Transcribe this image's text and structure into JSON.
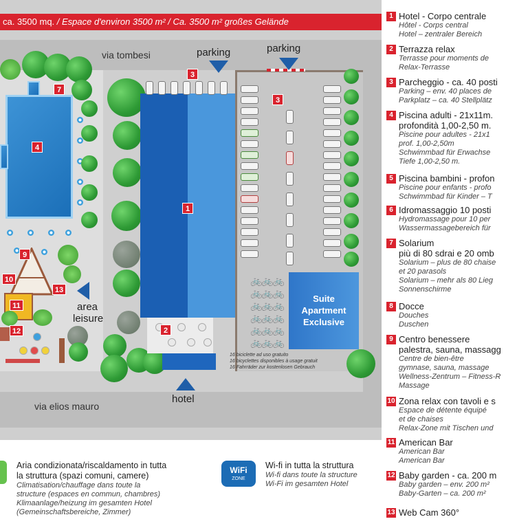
{
  "map": {
    "area_banner": {
      "part1": "ca. 3500 mq.",
      "part2": " / Espace d'environ 3500 m² / Ca. 3500 m² großes Gelände"
    },
    "roads": {
      "top": "via tombesi",
      "bottom": "via elios mauro"
    },
    "labels": {
      "parking_left": "parking",
      "parking_right": "parking",
      "hotel": "hotel",
      "area_leisure_1": "area",
      "area_leisure_2": "leisure",
      "suite_1": "Suite",
      "suite_2": "Apartment",
      "suite_3": "Exclusive",
      "bikes_1": "16 biciclette ad uso gratuito",
      "bikes_2": "16 bicyclettes disponibles à usage gratuit",
      "bikes_3": "16 Fahrräder zur kostenlosen Gebrauch"
    },
    "markers": {
      "m1": "1",
      "m2": "2",
      "m3a": "3",
      "m3b": "3",
      "m4": "4",
      "m7": "7",
      "m9": "9",
      "m10": "10",
      "m11": "11",
      "m12": "12",
      "m13": "13"
    },
    "colors": {
      "accent_red": "#d9232e",
      "building_blue": "#1f6fc4",
      "tree_green": "#2e9a35"
    }
  },
  "legend": [
    {
      "num": "1",
      "title": "Hotel - Corpo centrale",
      "subs": [
        "Hôtel - Corps central",
        "Hotel – zentraler Bereich"
      ]
    },
    {
      "num": "2",
      "title": "Terrazza relax",
      "subs": [
        "Terrasse pour moments de",
        "Relax-Terrasse"
      ]
    },
    {
      "num": "3",
      "title": "Parcheggio - ca. 40 posti",
      "subs": [
        "Parking – env. 40 places de",
        "Parkplatz – ca. 40 Stellplätz"
      ]
    },
    {
      "num": "4",
      "title": "Piscina adulti - 21x11m.",
      "title2": "profondità 1,00-2,50 m.",
      "subs": [
        "Piscine pour adultes - 21x1",
        "prof. 1,00-2,50m",
        "Schwimmbad für Erwachse",
        "Tiefe 1,00-2,50 m."
      ]
    },
    {
      "num": "5",
      "title": "Piscina bambini - profon",
      "subs": [
        "Piscine pour enfants - profo",
        "Schwimmbad für Kinder – T"
      ]
    },
    {
      "num": "6",
      "title": "Idromassaggio 10 posti",
      "subs": [
        "Hydromassage pour 10 per",
        "Wassermassagebereich für"
      ]
    },
    {
      "num": "7",
      "title": "Solarium",
      "title2": "più di 80 sdrai e 20 omb",
      "subs": [
        "Solarium – plus de 80 chaise",
        "et 20 parasols",
        "Solarium – mehr als 80 Lieg",
        "Sonnenschirme"
      ]
    },
    {
      "num": "8",
      "title": "Docce",
      "subs": [
        "Douches",
        "Duschen"
      ]
    },
    {
      "num": "9",
      "title": "Centro benessere",
      "title2": "palestra, sauna, massagg",
      "subs": [
        "Centre de bien-être",
        "gymnase, sauna, massage",
        "Wellness-Zentrum – Fitness-R",
        "Massage"
      ]
    },
    {
      "num": "10",
      "title": "Zona relax con tavoli e s",
      "subs": [
        "Espace de détente équipé",
        "et de chaises",
        "Relax-Zone mit Tischen und"
      ]
    },
    {
      "num": "11",
      "title": "American Bar",
      "subs": [
        "American Bar",
        "American Bar"
      ]
    },
    {
      "num": "12",
      "title": "Baby garden - ca. 200 m",
      "subs": [
        "Baby garden – env. 200 m²",
        "Baby-Garten – ca. 200 m²"
      ]
    },
    {
      "num": "13",
      "title": "Web Cam 360°",
      "subs": []
    }
  ],
  "notes": {
    "ac": {
      "line1": "Aria condizionata/riscaldamento in tutta",
      "line2": "la struttura (spazi comuni, camere)",
      "it1": "Climatisation/chauffage dans toute la",
      "it2": "structure (espaces en commun, chambres)",
      "it3": "Klimaanlage/heizung im gesamten Hotel",
      "it4": "(Gemeinschaftsbereiche, Zimmer)"
    },
    "wifi": {
      "icon_text": "WiFi",
      "icon_zone": "ZONE",
      "line1": "Wi-fi  in tutta la struttura",
      "it1": "Wi-fi dans toute la structure",
      "it2": "Wi-Fi im gesamten Hotel"
    }
  }
}
